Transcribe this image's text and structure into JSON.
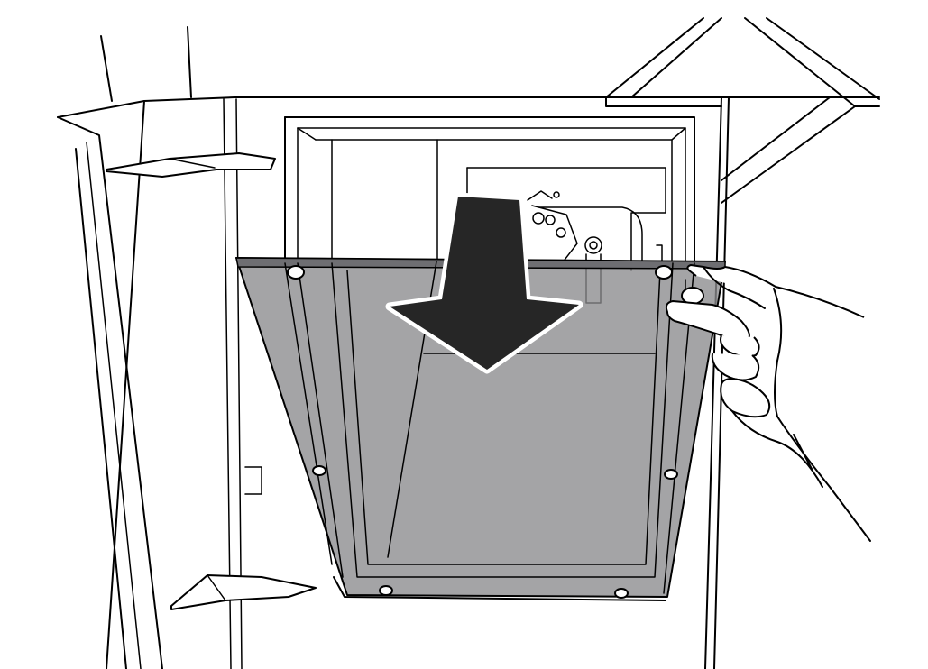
{
  "illustration": {
    "type": "instruction-diagram",
    "colors": {
      "line": "#000000",
      "background": "#ffffff",
      "panel_fill": "#8a8a8d",
      "panel_opacity": 0.78,
      "arrow_fill": "#262626",
      "arrow_outline": "#ffffff"
    },
    "parts": [
      "machine-housing",
      "open-door",
      "cover-panel",
      "mechanism",
      "screws",
      "direction-arrow",
      "hand"
    ],
    "screw_count": 6,
    "arrow_direction": "down"
  }
}
